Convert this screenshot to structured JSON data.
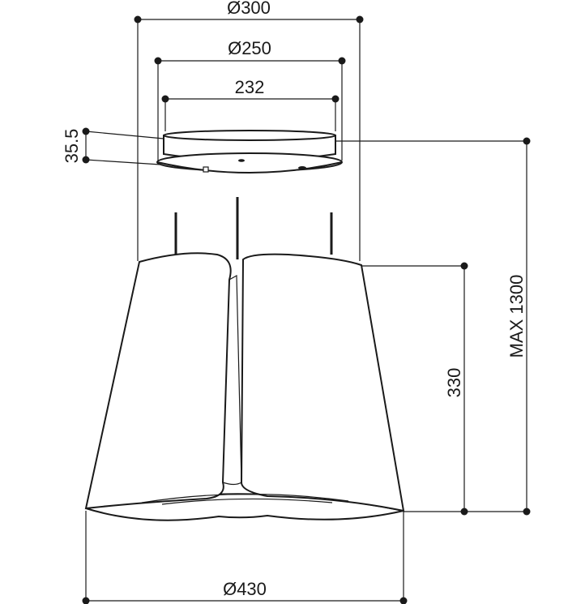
{
  "dimensions": {
    "top_diameter_outer": "Ø300",
    "top_diameter_inner": "Ø250",
    "mount_spacing": "232",
    "plate_height": "35.5",
    "hood_height": "330",
    "max_total_height": "MAX 1300",
    "bottom_diameter": "Ø430"
  }
}
